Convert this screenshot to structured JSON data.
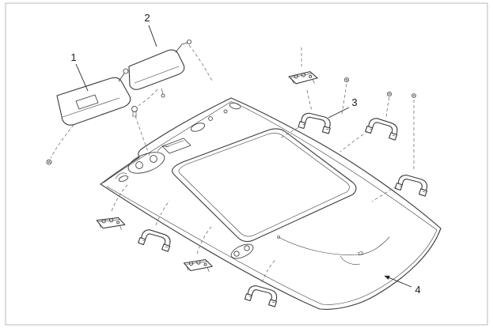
{
  "figure": {
    "kind": "exploded-parts-diagram"
  },
  "callouts": [
    {
      "label": "1"
    },
    {
      "label": "2"
    },
    {
      "label": "3"
    },
    {
      "label": "4"
    }
  ],
  "colors": {
    "background": "#ffffff",
    "line": "#3a3a3a",
    "frame": "#b9b9b9",
    "label": "#1a1a1a"
  }
}
